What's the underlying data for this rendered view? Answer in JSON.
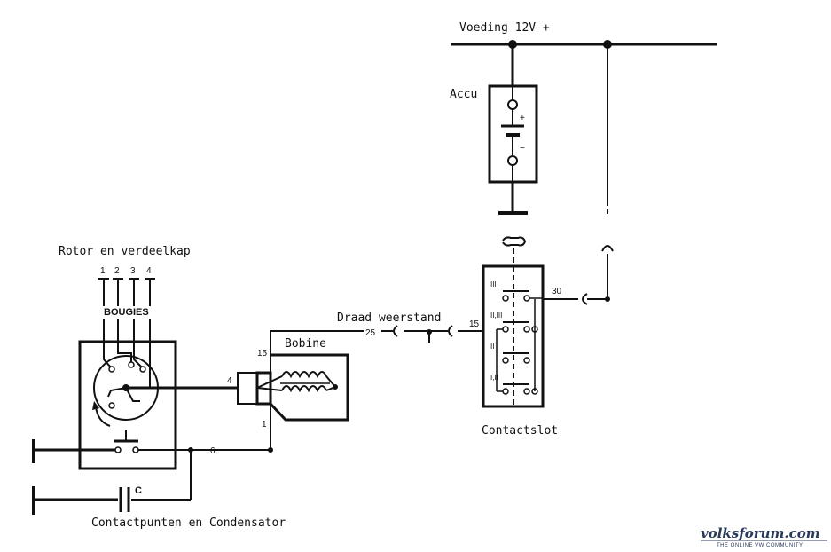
{
  "labels": {
    "voeding": "Voeding 12V +",
    "accu": "Accu",
    "rotor": "Rotor en verdeelkap",
    "bobine": "Bobine",
    "draad": "Draad weerstand",
    "contactslot": "Contactslot",
    "contactpunten": "Contactpunten en Condensator"
  },
  "terminals": {
    "t1": "1",
    "t2": "2",
    "t3": "3",
    "t4": "4",
    "bougies": "BOUGIES",
    "coil_15": "15",
    "coil_4": "4",
    "coil_1": "1",
    "wire_6": "6",
    "wire_25": "25",
    "switch_15": "15",
    "switch_30": "30",
    "condensator": "C",
    "plus": "+",
    "minus": "−"
  },
  "switch_positions": [
    "III",
    "II,III",
    "II",
    "I,II"
  ],
  "watermark": {
    "name": "volksforum.com",
    "tagline": "THE ONLINE VW COMMUNITY"
  }
}
